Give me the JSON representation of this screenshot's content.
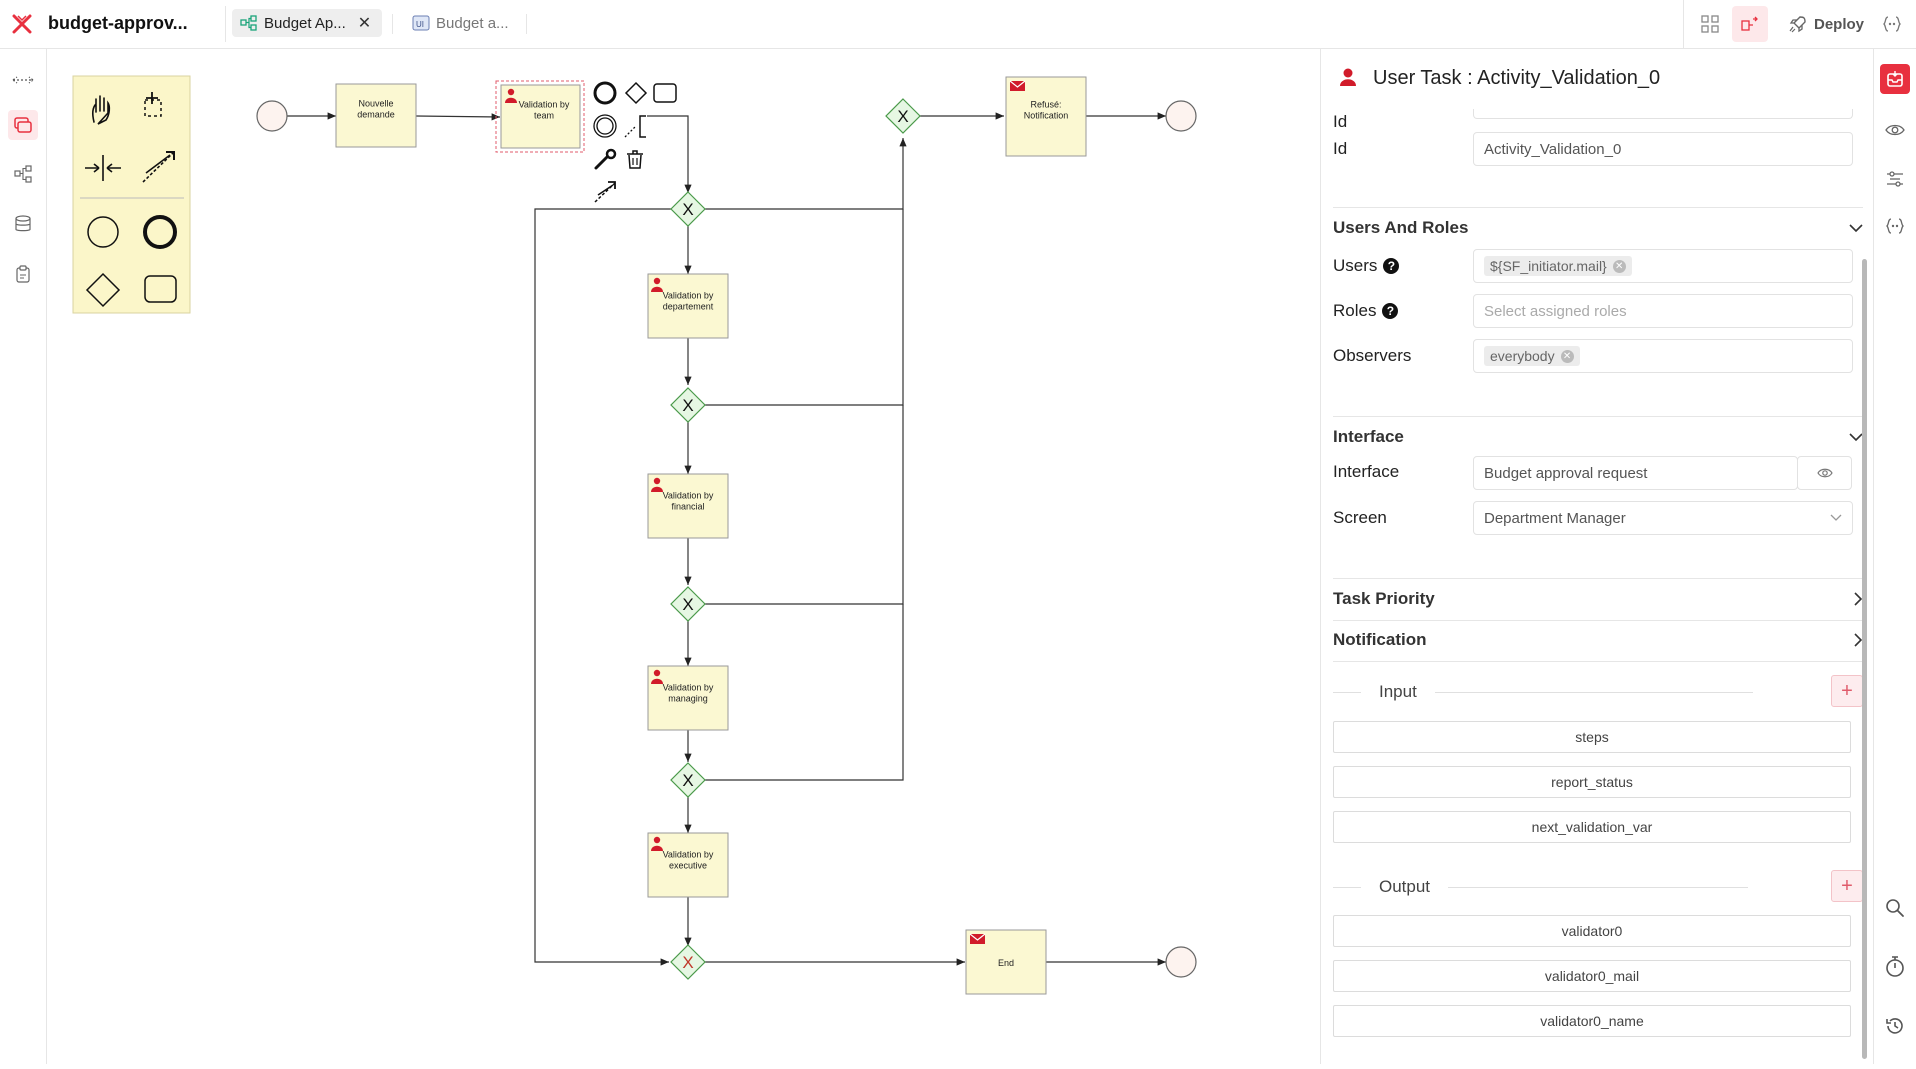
{
  "app": {
    "title": "budget-approv...",
    "brand_color": "#e8303f"
  },
  "tabs": [
    {
      "label": "Budget Ap...",
      "icon": "process-diagram-icon",
      "active": true
    },
    {
      "label": "Budget a...",
      "icon": "ui-page-icon",
      "active": false
    }
  ],
  "toolbar": {
    "deploy_label": "Deploy"
  },
  "diagram": {
    "start_event": "",
    "task_new_request": "Nouvelle\ndemande",
    "task_team": "Validation by\nteam",
    "task_department": "Validation by\ndepartement",
    "task_financial": "Validation by\nfinancial",
    "task_managing": "Validation by\nmanaging",
    "task_executive": "Validation by\nexecutive",
    "task_refused": "Refusé:\nNotification",
    "task_end": "End",
    "gateway_symbol": "X"
  },
  "panel": {
    "title": "User Task : Activity_Validation_0",
    "id_label": "Id",
    "id_value": "Activity_Validation_0",
    "users_roles_section": "Users And Roles",
    "users_label": "Users",
    "users_chip": "${SF_initiator.mail}",
    "roles_label": "Roles",
    "roles_placeholder": "Select assigned roles",
    "observers_label": "Observers",
    "observers_chip": "everybody",
    "interface_section": "Interface",
    "interface_label": "Interface",
    "interface_value": "Budget approval request",
    "screen_label": "Screen",
    "screen_value": "Department Manager",
    "task_priority_section": "Task Priority",
    "notification_section": "Notification",
    "input_title": "Input",
    "inputs": [
      "steps",
      "report_status",
      "next_validation_var"
    ],
    "output_title": "Output",
    "outputs": [
      "validator0",
      "validator0_mail",
      "validator0_name"
    ]
  }
}
